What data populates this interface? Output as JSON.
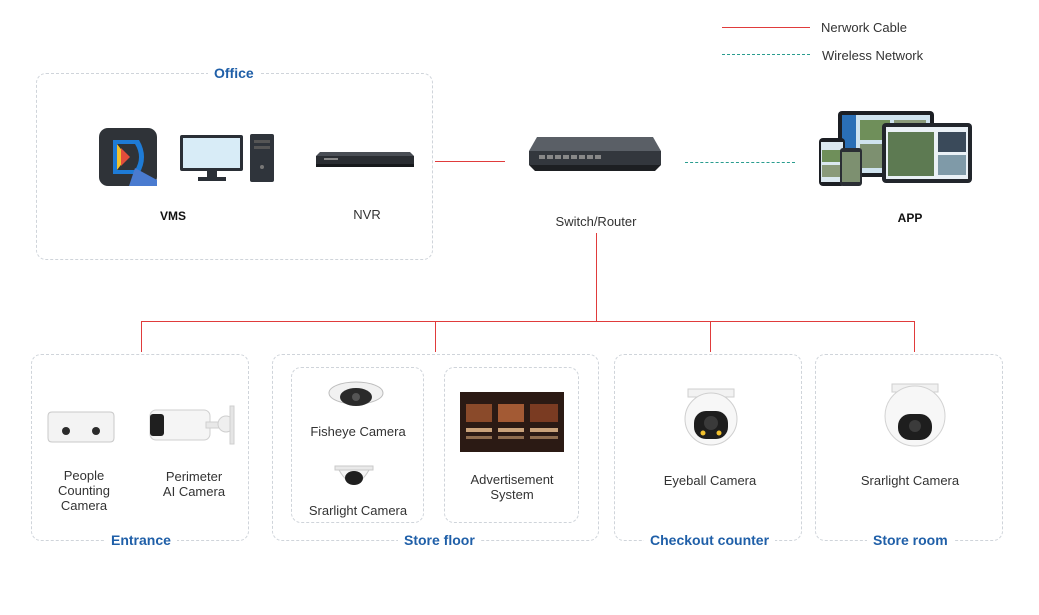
{
  "legend": {
    "wired_label": "Nerwork Cable",
    "wireless_label": "Wireless Network",
    "wired_color": "#e03b3b",
    "wireless_color": "#2a9d8f"
  },
  "office": {
    "title": "Office",
    "vms_label": "VMS",
    "nvr_label": "NVR"
  },
  "switch_label": "Switch/Router",
  "app_label": "APP",
  "zones": {
    "entrance": {
      "title": "Entrance",
      "people_label": "People\nCounting\nCamera",
      "perimeter_label": "Perimeter\nAI Camera"
    },
    "store_floor": {
      "title": "Store floor",
      "fisheye_label": "Fisheye Camera",
      "starlight_label": "Srarlight Camera",
      "advert_label": "Advertisement\nSystem"
    },
    "checkout": {
      "title": "Checkout counter",
      "eyeball_label": "Eyeball Camera"
    },
    "storeroom": {
      "title": "Store room",
      "starlight_label": "Srarlight Camera"
    }
  },
  "colors": {
    "title_blue": "#1f5fa8",
    "border": "#cfd4da"
  }
}
